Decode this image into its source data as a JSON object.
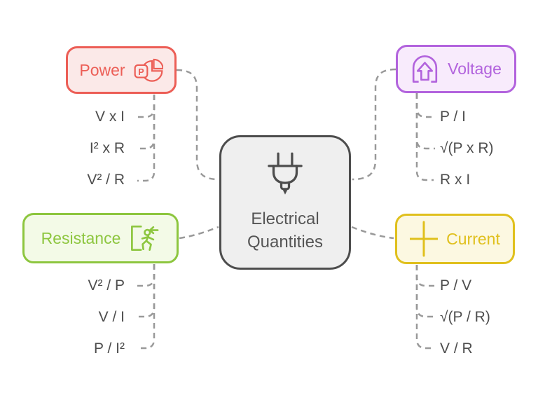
{
  "center": {
    "line1": "Electrical",
    "line2": "Quantities",
    "icon": "plug-icon",
    "border_color": "#4d4d4d",
    "fill_color": "#efefef"
  },
  "branches": [
    {
      "label": "Power",
      "icon": "pie-chart-p-icon",
      "color": "#ec5e56",
      "fill_color": "#fbe9e8",
      "formulas": [
        "V x I",
        "I² x R",
        "V² / R"
      ]
    },
    {
      "label": "Voltage",
      "icon": "arch-up-arrow-icon",
      "color": "#b263dd",
      "fill_color": "#f8ebfc",
      "formulas": [
        "P / I",
        "√(P x R)",
        "R x I"
      ]
    },
    {
      "label": "Resistance",
      "icon": "run-to-door-icon",
      "color": "#8dc63f",
      "fill_color": "#f3fae7",
      "formulas": [
        "V² / P",
        "V / I",
        "P / I²"
      ]
    },
    {
      "label": "Current",
      "icon": "plus-icon",
      "color": "#e0c01d",
      "fill_color": "#fcf8e1",
      "formulas": [
        "P / V",
        "√(P / R)",
        "V / R"
      ]
    }
  ],
  "connector_color": "#999999",
  "formula_text_color": "#4d4d4d"
}
